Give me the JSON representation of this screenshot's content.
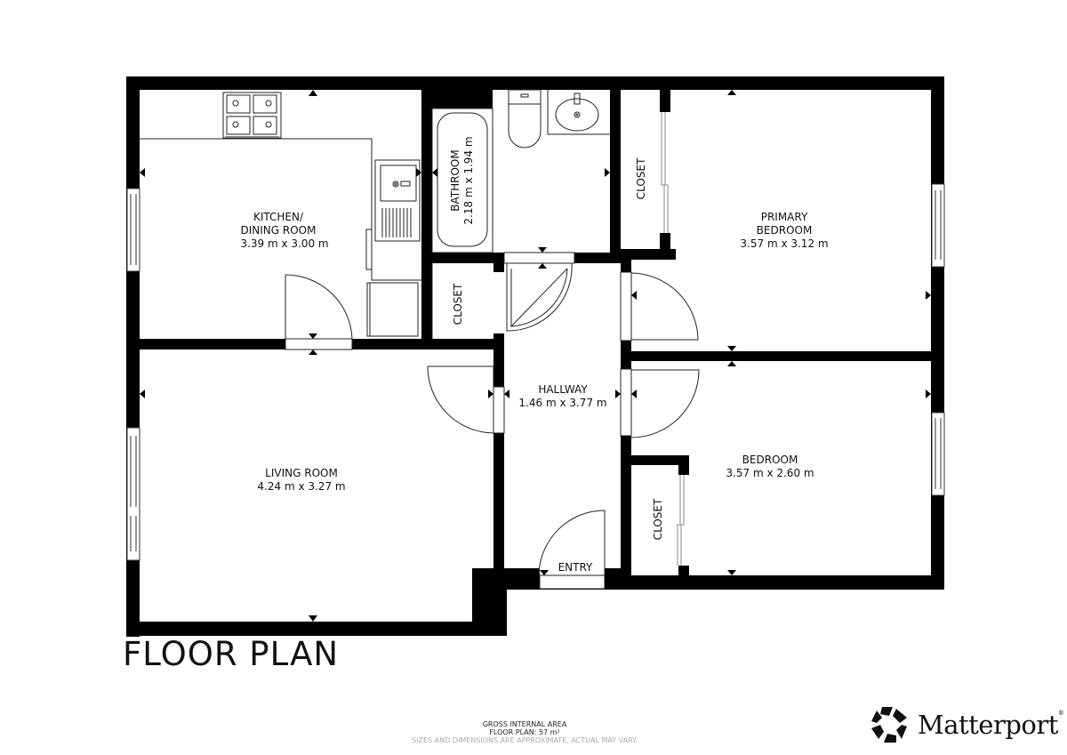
{
  "title": "FLOOR PLAN",
  "rooms": {
    "kitchen": {
      "name_line1": "KITCHEN/",
      "name_line2": "DINING ROOM",
      "dims": "3.39 m x 3.00 m"
    },
    "bathroom": {
      "name": "BATHROOM",
      "dims": "2.18 m x 1.94 m"
    },
    "closet_bath": {
      "name": "CLOSET"
    },
    "closet_primary": {
      "name": "CLOSET"
    },
    "primary_bedroom": {
      "name_line1": "PRIMARY",
      "name_line2": "BEDROOM",
      "dims": "3.57 m x 3.12 m"
    },
    "hallway": {
      "name": "HALLWAY",
      "dims": "1.46 m x 3.77 m"
    },
    "living_room": {
      "name": "LIVING ROOM",
      "dims": "4.24 m x 3.27 m"
    },
    "bedroom": {
      "name": "BEDROOM",
      "dims": "3.57 m x 2.60 m"
    },
    "closet_bedroom": {
      "name": "CLOSET"
    },
    "entry": {
      "name": "ENTRY"
    }
  },
  "footer": {
    "line1": "GROSS INTERNAL AREA",
    "line2": "FLOOR PLAN: 57 m²",
    "line3": "SIZES AND DIMENSIONS ARE APPROXIMATE, ACTUAL MAY VARY."
  },
  "brand": {
    "name": "Matterport",
    "reg": "®",
    "icon": "matterport-logo-icon"
  },
  "colors": {
    "wall": "#000000",
    "background": "#ffffff",
    "line": "#222222",
    "disclaimer": "#aaaaaa"
  }
}
